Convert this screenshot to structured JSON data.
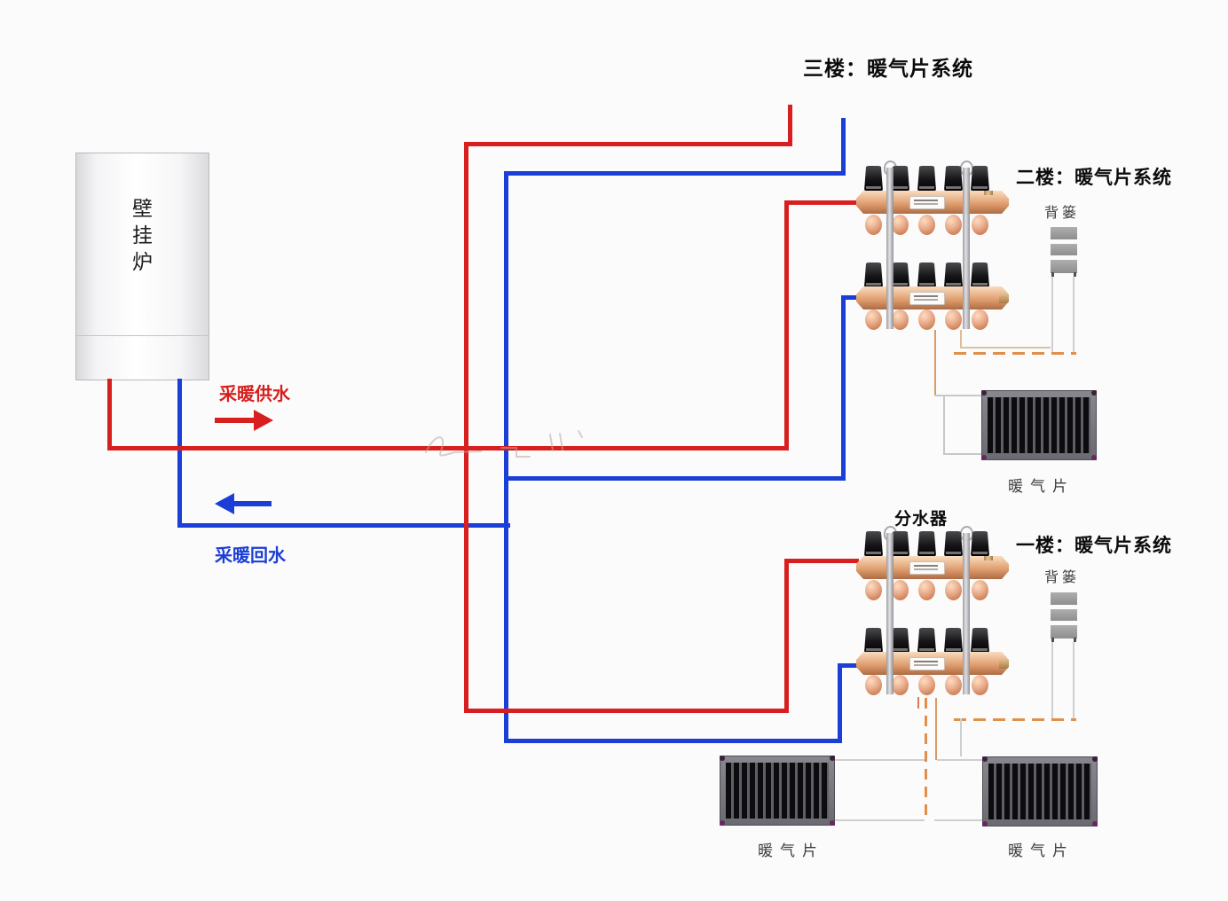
{
  "labels": {
    "floor3": "三楼：暖气片系统",
    "floor2": "二楼：暖气片系统",
    "floor1": "一楼：暖气片系统",
    "manifold": "分水器",
    "basket": "背篓",
    "radiator": "暖气片"
  },
  "boiler": {
    "name": "壁挂炉",
    "chars": [
      "壁",
      "挂",
      "炉"
    ]
  },
  "flow": {
    "supply": "采暖供水",
    "return": "采暖回水"
  },
  "colors": {
    "supply_red": "#d71f1f",
    "return_blue": "#1b3ed6",
    "dash_orange": "#e08f4c",
    "copper": "#e2a377",
    "radiator_dark": "#0c0c0e"
  }
}
